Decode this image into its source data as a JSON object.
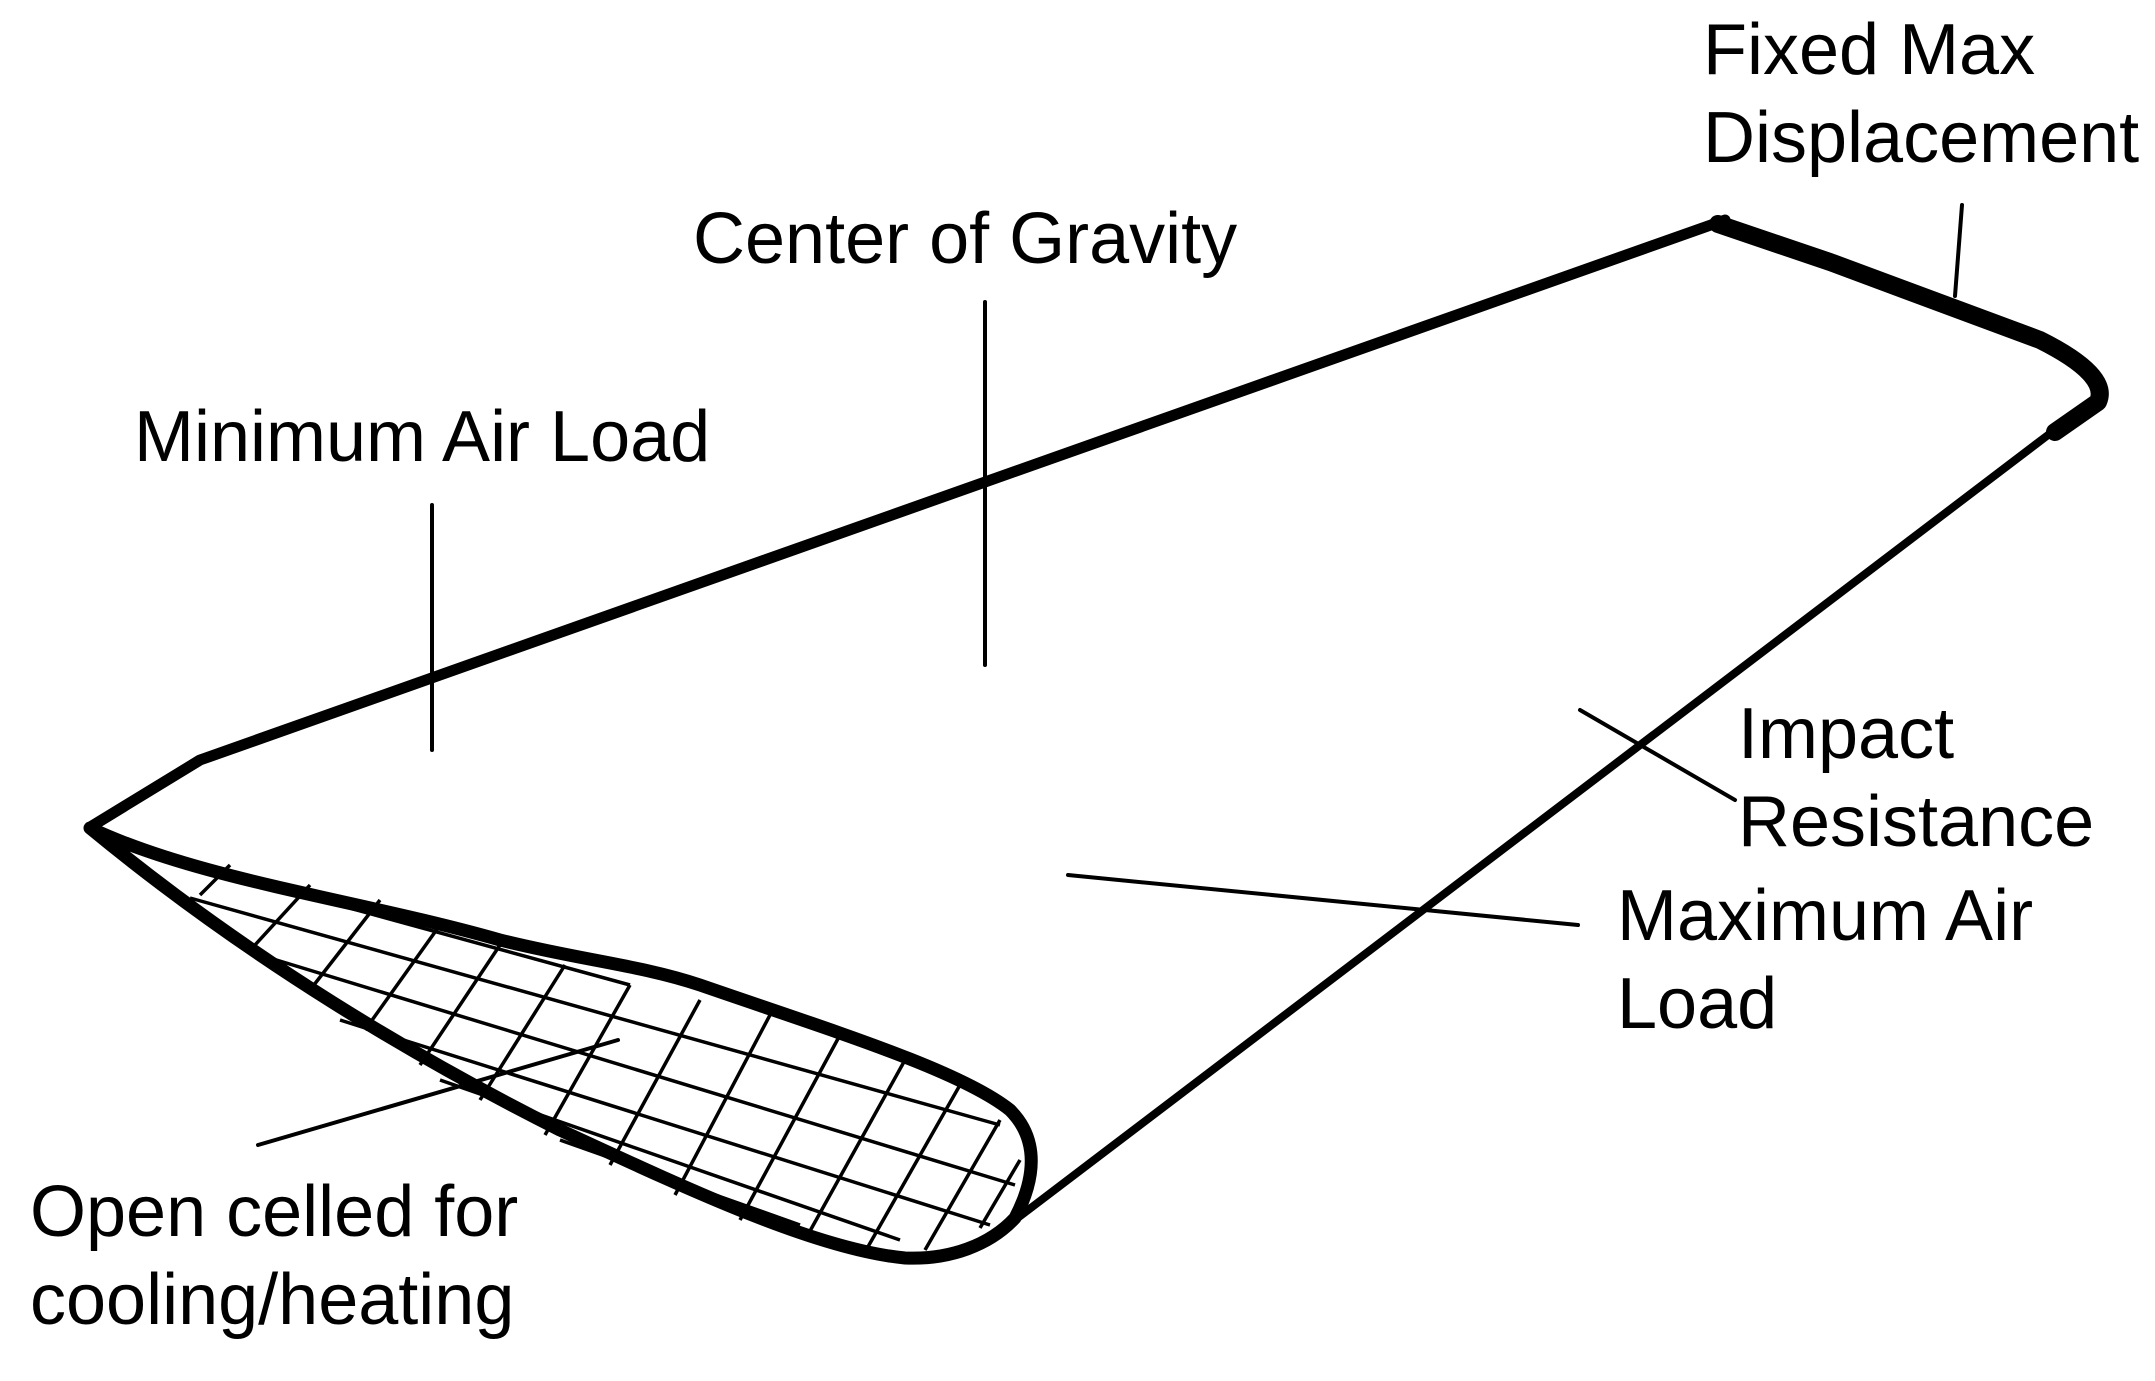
{
  "labels": {
    "fixed_max_displacement": [
      "Fixed Max",
      "Displacement"
    ],
    "center_of_gravity": "Center of Gravity",
    "minimum_air_load": "Minimum Air Load",
    "impact_resistance": [
      "Impact",
      "Resistance"
    ],
    "maximum_air_load": [
      "Maximum Air",
      "Load"
    ],
    "open_celled": [
      "Open celled for",
      "cooling/heating"
    ]
  },
  "colors": {
    "ink": "#000000",
    "background": "#ffffff"
  }
}
